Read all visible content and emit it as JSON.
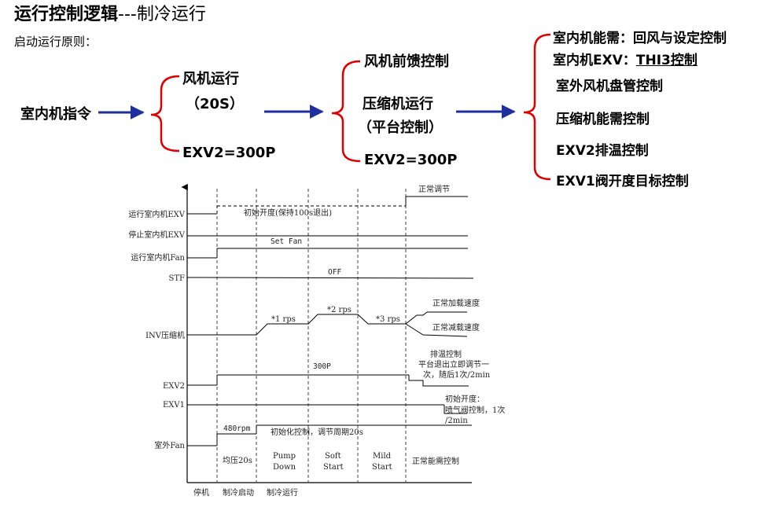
{
  "header": {
    "title_bold": "运行控制逻辑",
    "title_rest": "---制冷运行",
    "subtitle": "启动运行原则："
  },
  "flow": {
    "start": "室内机指令",
    "step1": [
      "风机运行",
      "（20S）",
      "EXV2=300P"
    ],
    "step2": [
      "风机前馈控制",
      "压缩机运行",
      "（平台控制）",
      "EXV2=300P"
    ],
    "step3": [
      "室内机能需：回风与设定控制",
      "室内机EXV：",
      "THI3控制",
      "室外风机盘管控制",
      "压缩机能需控制",
      "EXV2排温控制",
      "EXV1阀开度目标控制"
    ],
    "colors": {
      "bracket": "#e00000",
      "arrow": "#1f2f9e"
    }
  },
  "timing": {
    "row_labels": [
      "运行室内机EXV",
      "停止室内机EXV",
      "运行室内机Fan",
      "STF",
      "INV压缩机",
      "EXV2",
      "EXV1",
      "室外Fan"
    ],
    "phase_labels": [
      "停机",
      "制冷启动",
      "制冷运行"
    ],
    "stage_labels": [
      "均压20s",
      "Pump",
      "Down",
      "Soft",
      "Start",
      "Mild",
      "Start",
      "正常能需控制"
    ],
    "annotations": {
      "normal_adjust": "正常调节",
      "init_open": "初始开度(保持100s退出)",
      "set_fan": "Set Fan",
      "off": "OFF",
      "rps1": "*1 rps",
      "rps2": "*2 rps",
      "rps3": "*3 rps",
      "load_up": "正常加载速度",
      "load_down": "正常减载速度",
      "exv2_300p": "300P",
      "exhaust_ctrl": [
        "排温控制",
        "平台退出立即调节一",
        "次，随后1次/2min"
      ],
      "exv1_init": [
        "初始开度：",
        "喷气阀控制，1次",
        "/2min"
      ],
      "fan_480": "480rpm",
      "fan_init": "初始化控制，调节周期20s"
    }
  }
}
